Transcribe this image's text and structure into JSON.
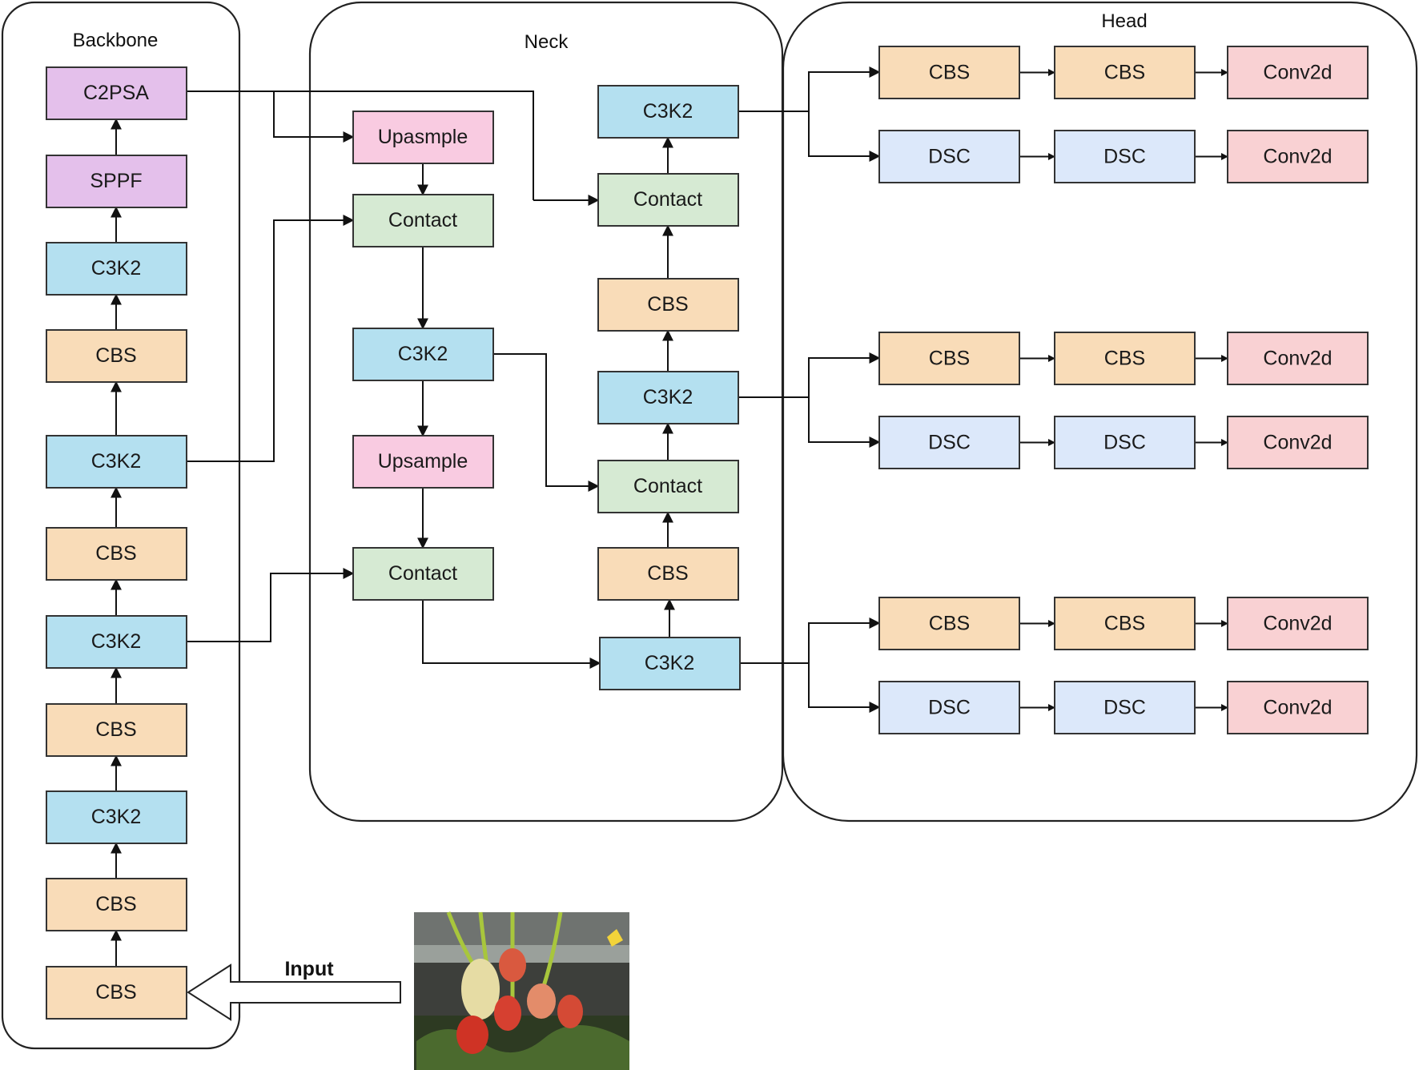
{
  "colors": {
    "cbs": "#f9dcb8",
    "c3k2": "#b4e0f0",
    "psa": "#e4c0eb",
    "upsample": "#f9cbe1",
    "contact": "#d6ead3",
    "dsc": "#dce8fa",
    "conv2d": "#f9d1d3"
  },
  "panels": {
    "backbone": "Backbone",
    "neck": "Neck",
    "head": "Head"
  },
  "input": {
    "label": "Input",
    "image": "strawberry-photo"
  },
  "backbone": {
    "c2psa": "C2PSA",
    "sppf": "SPPF",
    "c3k2_a": "C3K2",
    "cbs_a": "CBS",
    "c3k2_b": "C3K2",
    "cbs_b": "CBS",
    "c3k2_c": "C3K2",
    "cbs_c": "CBS",
    "c3k2_d": "C3K2",
    "cbs_d": "CBS",
    "cbs_e": "CBS"
  },
  "neck": {
    "upsample_1": "Upasmple",
    "contact_1": "Contact",
    "c3k2_1": "C3K2",
    "upsample_2": "Upsample",
    "contact_2": "Contact",
    "c3k2_out_3": "C3K2",
    "cbs_1": "CBS",
    "contact_3": "Contact",
    "c3k2_out_2": "C3K2",
    "cbs_2": "CBS",
    "contact_4": "Contact",
    "c3k2_out_1": "C3K2"
  },
  "head": {
    "rows": [
      [
        "CBS",
        "CBS",
        "Conv2d"
      ],
      [
        "DSC",
        "DSC",
        "Conv2d"
      ],
      [
        "CBS",
        "CBS",
        "Conv2d"
      ],
      [
        "DSC",
        "DSC",
        "Conv2d"
      ],
      [
        "CBS",
        "CBS",
        "Conv2d"
      ],
      [
        "DSC",
        "DSC",
        "Conv2d"
      ]
    ]
  }
}
